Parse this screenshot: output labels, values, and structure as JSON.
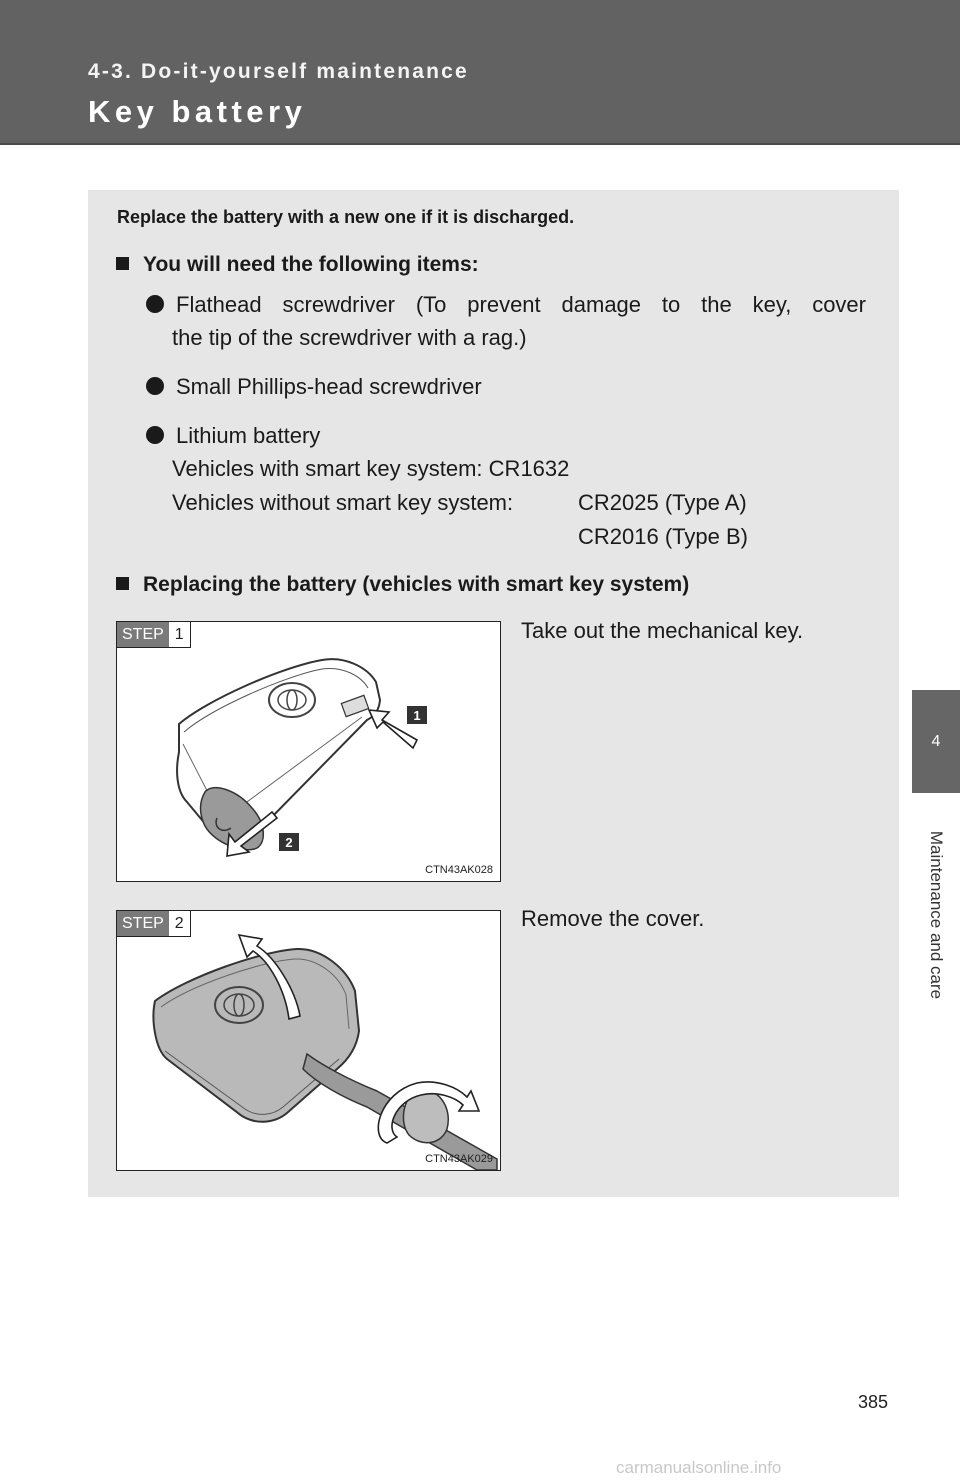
{
  "header": {
    "section": "4-3. Do-it-yourself maintenance",
    "title": "Key battery"
  },
  "side_tab": {
    "chapter_number": "4",
    "chapter_name": "Maintenance and care"
  },
  "intro": "Replace the battery with a new one if it is discharged.",
  "needed_items": {
    "heading": "You will need the following items:",
    "items": [
      {
        "line1": "Flathead screwdriver (To prevent damage to the key, cover",
        "line2": "the tip of the screwdriver with a rag.)"
      },
      {
        "line1": "Small Phillips-head screwdriver"
      },
      {
        "line1": "Lithium battery",
        "smart_label": "Vehicles with smart key system:",
        "smart_value": "CR1632",
        "nosmart_label": "Vehicles without smart key system:",
        "nosmart_value_a": "CR2025 (Type A)",
        "nosmart_value_b": "CR2016 (Type B)"
      }
    ]
  },
  "replacing_heading": "Replacing the battery (vehicles with smart key system)",
  "steps": [
    {
      "label": "STEP",
      "number": "1",
      "text": "Take out the mechanical key.",
      "figure_code": "CTN43AK028",
      "callout_1": "1",
      "callout_2": "2"
    },
    {
      "label": "STEP",
      "number": "2",
      "text": "Remove the cover.",
      "figure_code": "CTN43AK029"
    }
  ],
  "page_number": "385",
  "watermark": "carmanualsonline.info"
}
